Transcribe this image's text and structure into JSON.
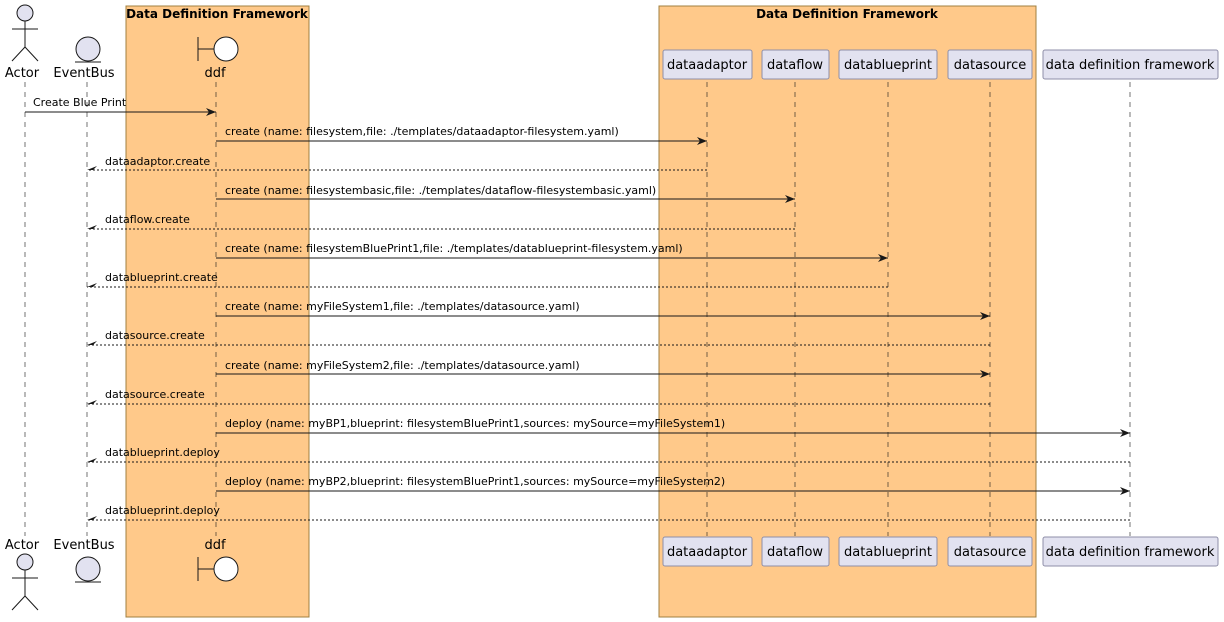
{
  "boxes": [
    {
      "title": "Data Definition Framework"
    },
    {
      "title": "Data Definition Framework"
    }
  ],
  "participants": [
    {
      "id": "actor",
      "label": "Actor",
      "kind": "actor"
    },
    {
      "id": "eventbus",
      "label": "EventBus",
      "kind": "entity"
    },
    {
      "id": "ddf",
      "label": "ddf",
      "kind": "boundary"
    },
    {
      "id": "dataadaptor",
      "label": "dataadaptor",
      "kind": "participant"
    },
    {
      "id": "dataflow",
      "label": "dataflow",
      "kind": "participant"
    },
    {
      "id": "datablueprint",
      "label": "datablueprint",
      "kind": "participant"
    },
    {
      "id": "datasource",
      "label": "datasource",
      "kind": "participant"
    },
    {
      "id": "ddfw",
      "label": "data definition framework",
      "kind": "participant"
    }
  ],
  "messages": [
    {
      "from": "actor",
      "to": "ddf",
      "label": "Create Blue Print",
      "style": "solid"
    },
    {
      "from": "ddf",
      "to": "dataadaptor",
      "label": "create (name: filesystem,file: ./templates/dataadaptor-filesystem.yaml)",
      "style": "solid"
    },
    {
      "from": "dataadaptor",
      "to": "eventbus",
      "label": "dataadaptor.create",
      "style": "dashed"
    },
    {
      "from": "ddf",
      "to": "dataflow",
      "label": "create (name: filesystembasic,file: ./templates/dataflow-filesystembasic.yaml)",
      "style": "solid"
    },
    {
      "from": "dataflow",
      "to": "eventbus",
      "label": "dataflow.create",
      "style": "dashed"
    },
    {
      "from": "ddf",
      "to": "datablueprint",
      "label": "create (name: filesystemBluePrint1,file: ./templates/datablueprint-filesystem.yaml)",
      "style": "solid"
    },
    {
      "from": "datablueprint",
      "to": "eventbus",
      "label": "datablueprint.create",
      "style": "dashed"
    },
    {
      "from": "ddf",
      "to": "datasource",
      "label": "create (name: myFileSystem1,file: ./templates/datasource.yaml)",
      "style": "solid"
    },
    {
      "from": "datasource",
      "to": "eventbus",
      "label": "datasource.create",
      "style": "dashed"
    },
    {
      "from": "ddf",
      "to": "datasource",
      "label": "create (name: myFileSystem2,file: ./templates/datasource.yaml)",
      "style": "solid"
    },
    {
      "from": "datasource",
      "to": "eventbus",
      "label": "datasource.create",
      "style": "dashed"
    },
    {
      "from": "ddf",
      "to": "ddfw",
      "label": "deploy (name: myBP1,blueprint: filesystemBluePrint1,sources: mySource=myFileSystem1)",
      "style": "solid"
    },
    {
      "from": "ddfw",
      "to": "eventbus",
      "label": "datablueprint.deploy",
      "style": "dashed"
    },
    {
      "from": "ddf",
      "to": "ddfw",
      "label": "deploy (name: myBP2,blueprint: filesystemBluePrint1,sources: mySource=myFileSystem2)",
      "style": "solid"
    },
    {
      "from": "ddfw",
      "to": "eventbus",
      "label": "datablueprint.deploy",
      "style": "dashed"
    }
  ],
  "colors": {
    "box_fill": "#ffc98a",
    "box_stroke": "#a08040",
    "participant_fill": "#e2e2f0",
    "participant_stroke": "#8f8fa8",
    "line": "#181818"
  }
}
